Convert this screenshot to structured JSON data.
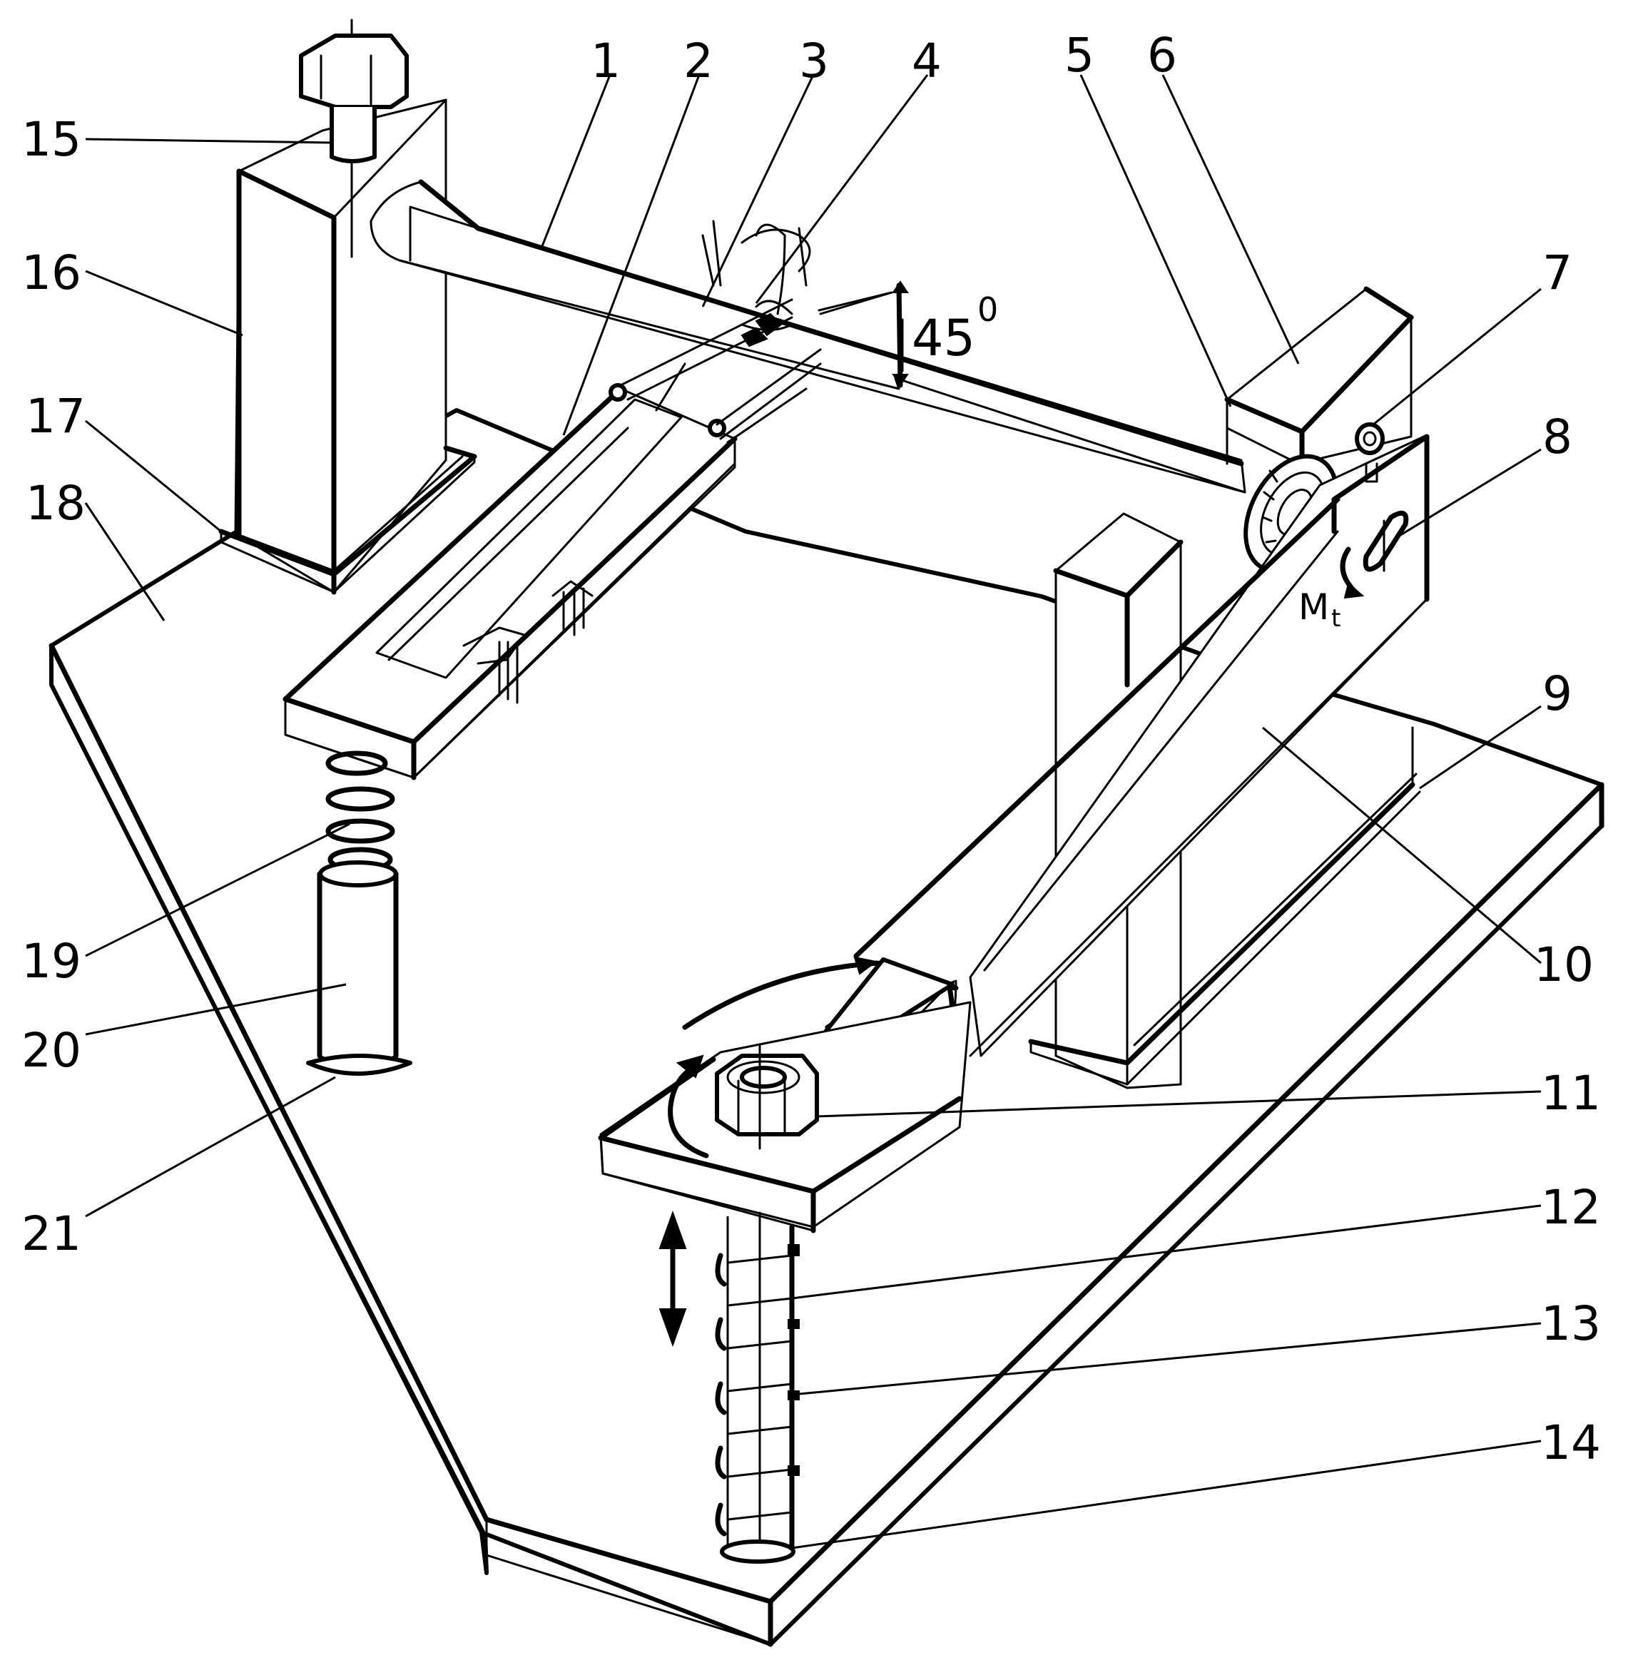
{
  "labels": [
    "1",
    "2",
    "3",
    "4",
    "5",
    "6",
    "7",
    "8",
    "9",
    "10",
    "11",
    "12",
    "13",
    "14",
    "15",
    "16",
    "17",
    "18",
    "19",
    "20",
    "21"
  ],
  "angle": {
    "value": "45",
    "superscript": "0"
  },
  "moment": {
    "symbol": "M",
    "subscript": "t"
  }
}
